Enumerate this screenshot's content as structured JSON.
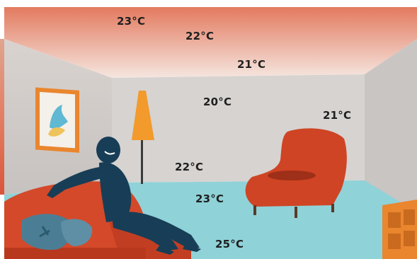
{
  "scene": {
    "temperatures": [
      {
        "label": "23°C"
      },
      {
        "label": "22°C"
      },
      {
        "label": "21°C"
      },
      {
        "label": "20°C"
      },
      {
        "label": "21°C"
      },
      {
        "label": "22°C"
      },
      {
        "label": "23°C"
      },
      {
        "label": "25°C"
      }
    ],
    "colors": {
      "ceiling_warm": "#e8866c",
      "ceiling_light": "#f3dcd2",
      "back_wall": "#d7d4d2",
      "left_wall": "#cbc8c6",
      "right_wall": "#c8c4c2",
      "floor": "#8fd2d8",
      "sofa": "#d4492a",
      "chair": "#cf4424",
      "lamp_shade": "#f29a2c",
      "person": "#173e56",
      "cushion": "#4b7e95"
    }
  }
}
